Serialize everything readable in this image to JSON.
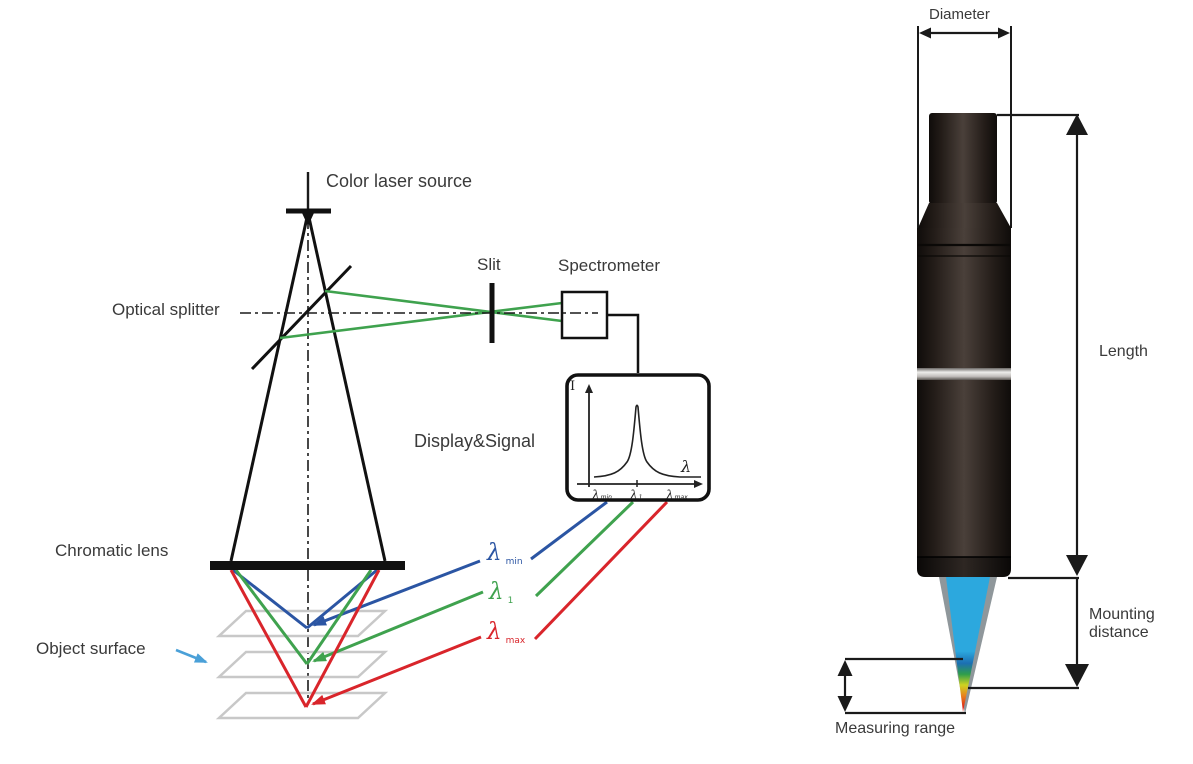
{
  "figure": {
    "type": "technical-diagram",
    "subject": "Chromatic confocal sensor measuring principle and probe dimensions"
  },
  "principle_diagram": {
    "source_label": "Color laser source",
    "splitter_label": "Optical splitter",
    "slit_label": "Slit",
    "spectrometer_label": "Spectrometer",
    "display_label": "Display&Signal",
    "lens_label": "Chromatic lens",
    "object_surface_label": "Object surface",
    "rays": {
      "min": {
        "symbol": "λ",
        "subscript": "min",
        "color": "#2b55a3"
      },
      "mid": {
        "symbol": "λ",
        "subscript": "1",
        "color": "#3fa24e"
      },
      "max": {
        "symbol": "λ",
        "subscript": "max",
        "color": "#d9252b"
      }
    },
    "plot": {
      "y_axis_label": "I",
      "x_axis_label": "λ",
      "ticks": [
        {
          "symbol": "λ",
          "subscript": "min"
        },
        {
          "symbol": "λ",
          "subscript": "1"
        },
        {
          "symbol": "λ",
          "subscript": "max"
        }
      ]
    }
  },
  "probe_diagram": {
    "diameter_label": "Diameter",
    "length_label": "Length",
    "mounting_distance_label": {
      "line1": "Mounting",
      "line2": "distance"
    },
    "measuring_range_label": "Measuring range",
    "beam_color": "#2ca8de"
  },
  "colors": {
    "ray_blue": "#2b55a3",
    "ray_green": "#3fa24e",
    "ray_red": "#d9252b",
    "pointer_blue": "#4aa0d8",
    "cone_blue": "#2ca8de",
    "line_black": "#1a1a1a",
    "surface_gray": "#c8c8c8"
  }
}
